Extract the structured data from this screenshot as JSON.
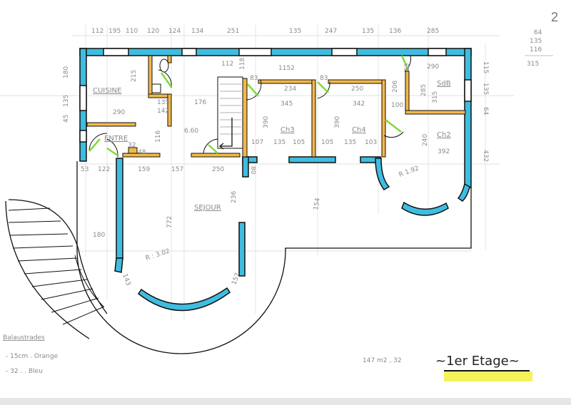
{
  "page_number": "2",
  "corner_sum": [
    "64",
    "135",
    "116",
    "315"
  ],
  "top_dimensions": [
    "112",
    "195",
    "110",
    "120",
    "124",
    "134",
    "251",
    "135",
    "247",
    "135",
    "136",
    "285"
  ],
  "right_dimensions": [
    "115",
    "135",
    "64",
    "432"
  ],
  "left_dimensions": [
    "180",
    "135",
    "45"
  ],
  "rooms": {
    "cuisine": "CUISINE",
    "entree": "ENTRE",
    "sejour": "SEJOUR",
    "ch3": "Ch3",
    "ch4": "Ch4",
    "ch2": "Ch2",
    "sdb": "SdB"
  },
  "inner_dimensions": {
    "kitchen_h": "215",
    "kitchen_w": "290",
    "wc_w": "135",
    "wc2": "142",
    "hall": "176",
    "hall_len": "6.60",
    "entry_h": "116",
    "stair_w": "112",
    "stair_h": "118",
    "corridor": "1152",
    "door1": "83",
    "door2": "83",
    "door3": "83",
    "ch3_w": "234",
    "ch3_area": "345",
    "ch3_h": "390",
    "ch3_b1": "107",
    "ch3_b2": "135",
    "ch3_b3": "105",
    "ch4_w": "250",
    "ch4_area": "342",
    "ch4_h": "390",
    "ch4_b1": "105",
    "ch4_b2": "135",
    "ch4_b3": "103",
    "sdb_top": "290",
    "sdb_h": "285",
    "sdb_area": "315",
    "sdb_side": "206",
    "sdb_door": "100",
    "ch2_h": "240",
    "ch2_area": "392",
    "ch2_radius": "R 1.92",
    "fireplace": "32",
    "fireplace2": "48",
    "b_53": "53",
    "b_122": "122",
    "b_159": "159",
    "b_157": "157",
    "b_250": "250",
    "b_80": "80",
    "b_236": "236",
    "b_154": "154",
    "sejour_h": "772",
    "sejour_radius": "R : 3.02",
    "arc_left": "143",
    "arc_right": "157",
    "left_180": "180"
  },
  "legend": {
    "title": "Balaustrades",
    "line1": "- 15cm . Orange",
    "line2": "- 32 . . Bleu"
  },
  "area": "147 m2 , 32",
  "floor_title": "~1er Etage~",
  "colors": {
    "wall_blue": "#3fbde0",
    "wall_orange": "#f2b84a",
    "door_green": "#7ddc3a",
    "highlight_yellow": "#f5f25a"
  }
}
